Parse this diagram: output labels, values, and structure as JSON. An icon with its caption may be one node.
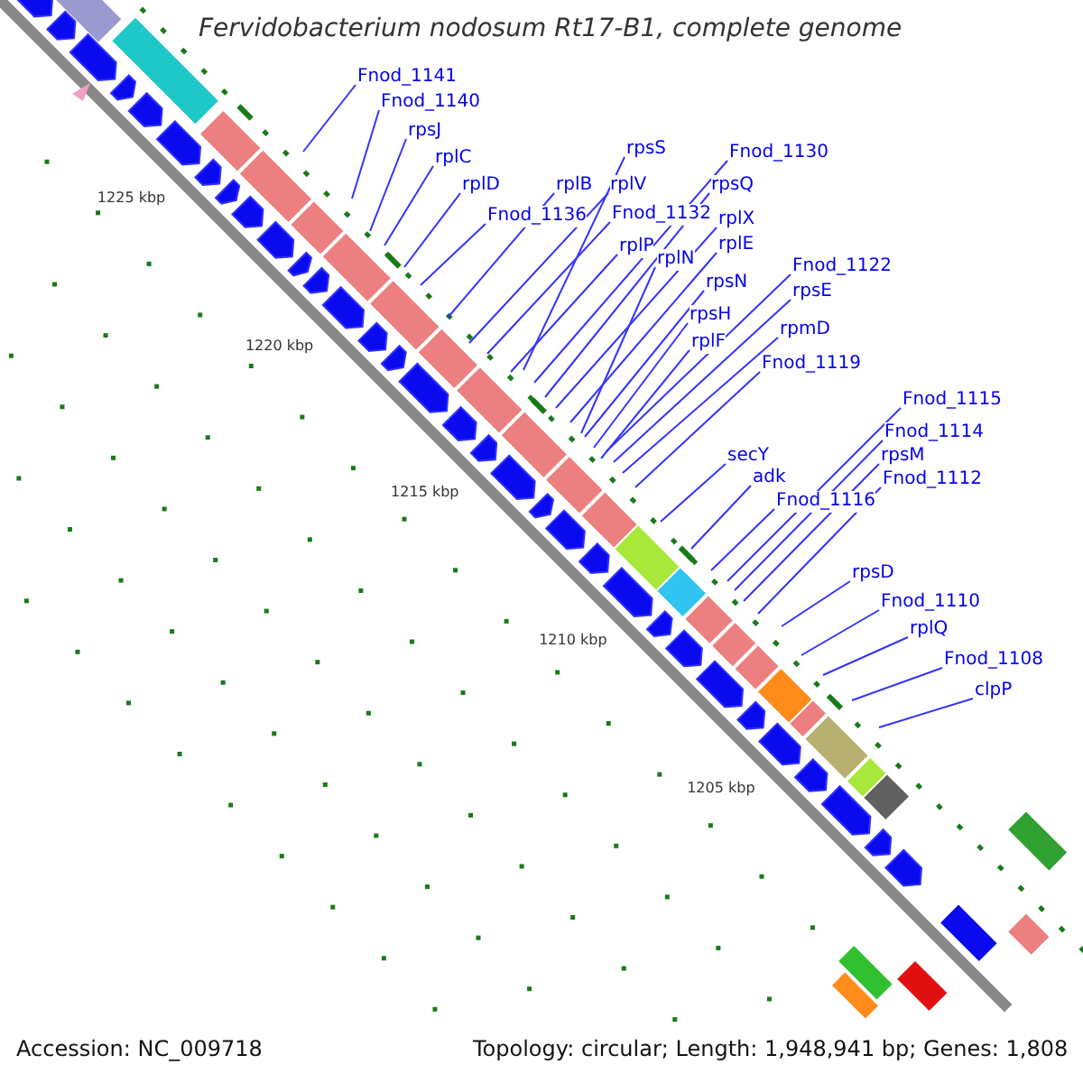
{
  "diagram": {
    "title": "Fervidobacterium nodosum Rt17-B1, complete genome",
    "nodes": [
      {
        "text": [
          "Fnod_1141"
        ]
      },
      {
        "text": [
          "Fnod_1140"
        ]
      },
      {
        "text": [
          "rpsJ"
        ]
      },
      {
        "text": [
          "rpsS"
        ]
      },
      {
        "text": [
          "Fnod_1130"
        ]
      },
      {
        "text": [
          "rplC"
        ]
      },
      {
        "text": [
          "rplB"
        ]
      },
      {
        "text": [
          "rplV"
        ]
      },
      {
        "text": [
          "rpsQ"
        ]
      },
      {
        "text": [
          "rplD"
        ]
      },
      {
        "text": [
          "Fnod_1136"
        ]
      },
      {
        "text": [
          "Fnod_1132"
        ]
      },
      {
        "text": [
          "rplX"
        ]
      },
      {
        "text": [
          "rplE"
        ]
      },
      {
        "text": [
          "rplP"
        ]
      },
      {
        "text": [
          "Fnod_1122"
        ]
      },
      {
        "text": [
          "rplN"
        ]
      },
      {
        "text": [
          "rpsN"
        ]
      },
      {
        "text": [
          "rpsE"
        ]
      },
      {
        "text": [
          "rpsH"
        ]
      },
      {
        "text": [
          "rpmD"
        ]
      },
      {
        "text": [
          "rplF"
        ]
      },
      {
        "text": [
          "Fnod_1119"
        ]
      },
      {
        "text": [
          "Fnod_1115"
        ]
      },
      {
        "text": [
          "Fnod_1114"
        ]
      },
      {
        "text": [
          "secY"
        ]
      },
      {
        "text": [
          "rpsM"
        ]
      },
      {
        "text": [
          "adk"
        ]
      },
      {
        "text": [
          "Fnod_1112"
        ]
      },
      {
        "text": [
          "Fnod_1116"
        ]
      },
      {
        "text": [
          "rpsD"
        ]
      },
      {
        "text": [
          "Fnod_1110"
        ]
      },
      {
        "text": [
          "rplQ"
        ]
      },
      {
        "text": [
          "Fnod_1108"
        ]
      },
      {
        "text": [
          "clpP"
        ]
      }
    ],
    "edges": [
      {
        "from": 0,
        "to": null,
        "arrow": "none"
      },
      {
        "from": 1,
        "to": null,
        "arrow": "none"
      },
      {
        "from": 2,
        "to": null,
        "arrow": "none"
      },
      {
        "from": 3,
        "to": null,
        "arrow": "none"
      },
      {
        "from": 4,
        "to": null,
        "arrow": "none"
      },
      {
        "from": 5,
        "to": null,
        "arrow": "none"
      },
      {
        "from": 6,
        "to": null,
        "arrow": "none"
      },
      {
        "from": 7,
        "to": null,
        "arrow": "none"
      },
      {
        "from": 8,
        "to": null,
        "arrow": "none"
      },
      {
        "from": 9,
        "to": null,
        "arrow": "none"
      },
      {
        "from": 10,
        "to": null,
        "arrow": "none"
      },
      {
        "from": 11,
        "to": null,
        "arrow": "none"
      },
      {
        "from": 12,
        "to": null,
        "arrow": "none"
      },
      {
        "from": 13,
        "to": null,
        "arrow": "none"
      },
      {
        "from": 14,
        "to": null,
        "arrow": "none"
      },
      {
        "from": 15,
        "to": null,
        "arrow": "none"
      },
      {
        "from": 16,
        "to": null,
        "arrow": "none"
      },
      {
        "from": 17,
        "to": null,
        "arrow": "none"
      },
      {
        "from": 18,
        "to": null,
        "arrow": "none"
      },
      {
        "from": 19,
        "to": null,
        "arrow": "none"
      },
      {
        "from": 20,
        "to": null,
        "arrow": "none"
      },
      {
        "from": 21,
        "to": null,
        "arrow": "none"
      },
      {
        "from": 22,
        "to": null,
        "arrow": "none"
      },
      {
        "from": 23,
        "to": null,
        "arrow": "none"
      },
      {
        "from": 24,
        "to": null,
        "arrow": "none"
      },
      {
        "from": 25,
        "to": null,
        "arrow": "none"
      },
      {
        "from": 26,
        "to": null,
        "arrow": "none"
      },
      {
        "from": 27,
        "to": null,
        "arrow": "none"
      },
      {
        "from": 28,
        "to": null,
        "arrow": "none"
      },
      {
        "from": 29,
        "to": null,
        "arrow": "none"
      },
      {
        "from": 30,
        "to": null,
        "arrow": "none"
      },
      {
        "from": 31,
        "to": null,
        "arrow": "none"
      },
      {
        "from": 32,
        "to": null,
        "arrow": "none"
      },
      {
        "from": 33,
        "to": null,
        "arrow": "none"
      },
      {
        "from": 34,
        "to": null,
        "arrow": "none"
      }
    ],
    "labels": [
      "1225 kbp",
      "1220 kbp",
      "1215 kbp",
      "1210 kbp",
      "1205 kbp",
      "Accession: NC_009718",
      "Topology: circular; Length: 1,948,941 bp; Genes: 1,808"
    ]
  }
}
